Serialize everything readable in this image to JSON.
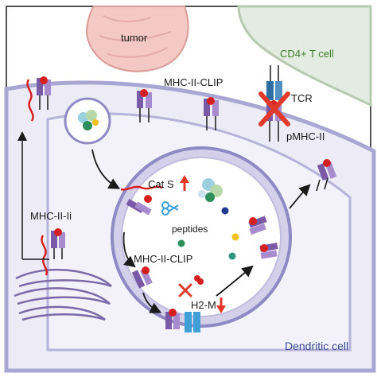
{
  "labels": {
    "tumor": "tumor",
    "tcell": "CD4+ T cell",
    "mhc_clip_top": "MHC-II-CLIP",
    "tcr": "TCR",
    "pmhc": "pMHC-II",
    "cats": "Cat S",
    "mhc_ii_i": "MHC-II-Ii",
    "peptides": "peptides",
    "mhc_clip_inner": "MHC-II-CLIP",
    "h2m": "H2-M",
    "dendritic": "Dendritic cell"
  },
  "colors": {
    "mhc_purple": "#7a5aa6",
    "clip_red": "#d62020",
    "tcr_blue": "#2e6fa3",
    "cell_fill": "#ecebf6",
    "cell_stroke": "#a9a6d3",
    "tcell_fill": "#e3ece0",
    "tumor_fill": "#f3c8c5",
    "h2m_blue": "#3fa0d8",
    "tcell_text": "#3f7a2a",
    "dendritic_text": "#3b4a8f"
  }
}
